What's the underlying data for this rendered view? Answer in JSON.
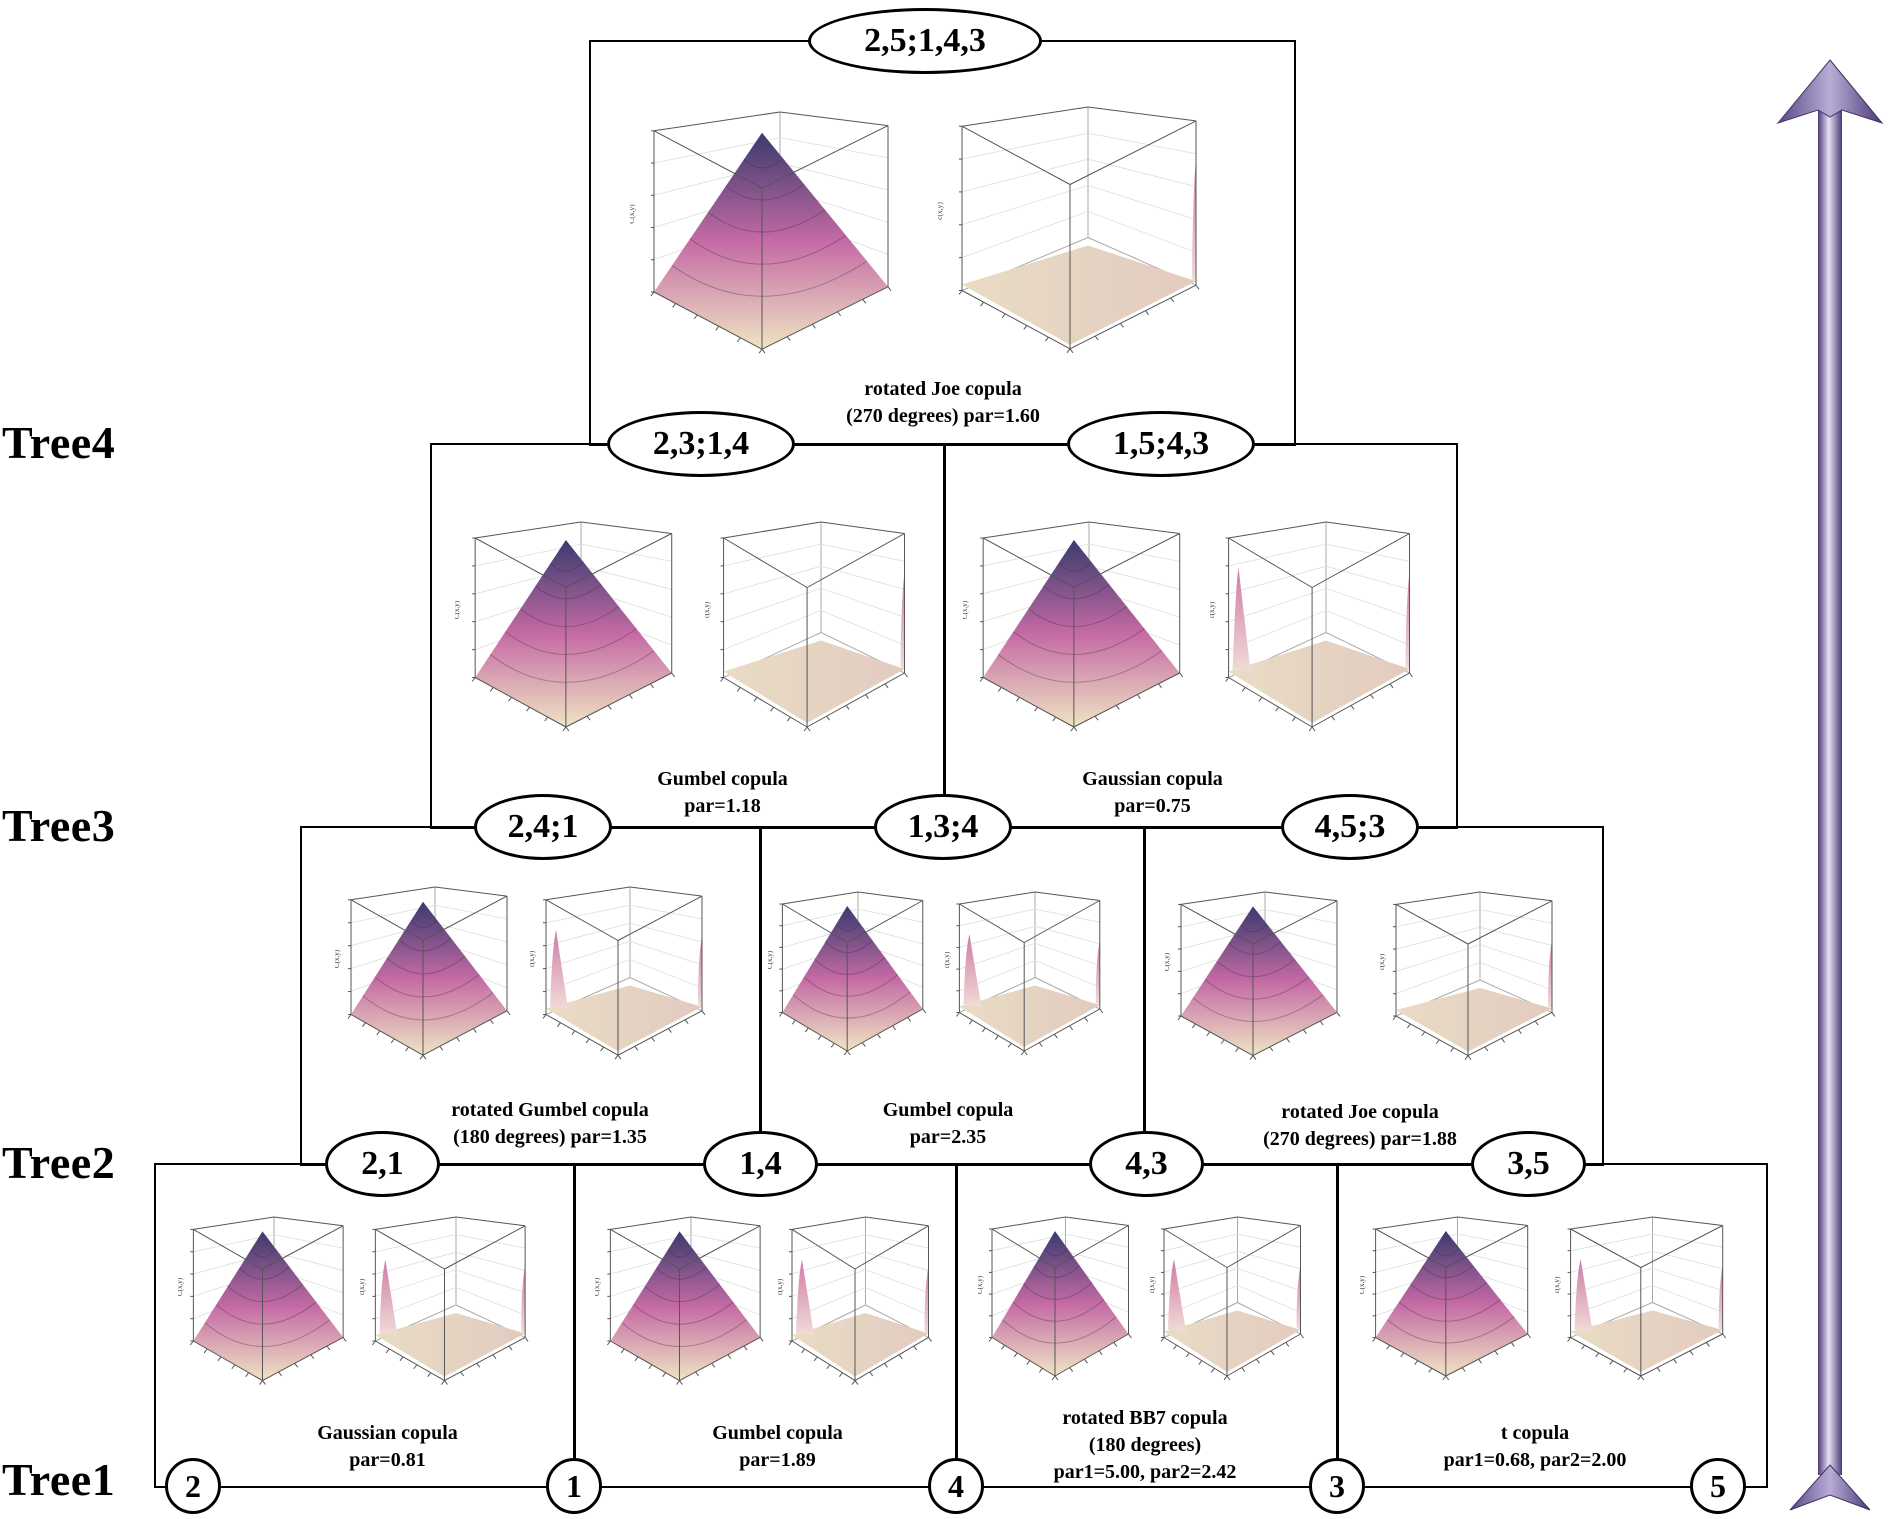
{
  "colors": {
    "accent_top": "#3a3a6e",
    "accent_mid": "#c46aa4",
    "accent_low": "#efe4c3",
    "arrow": "#7e6ca8",
    "line": "#000000"
  },
  "tree_labels": [
    "Tree4",
    "Tree3",
    "Tree2",
    "Tree1"
  ],
  "tree1": {
    "nodes": [
      "2",
      "1",
      "4",
      "3",
      "5"
    ],
    "edges": [
      {
        "label": "2,1",
        "caption": [
          "Gaussian copula",
          "par=0.81"
        ],
        "type": "gauss"
      },
      {
        "label": "1,4",
        "caption": [
          "Gumbel copula",
          "par=1.89"
        ],
        "type": "gumbel"
      },
      {
        "label": "4,3",
        "caption": [
          "rotated BB7 copula",
          "(180 degrees)",
          "par1=5.00, par2=2.42"
        ],
        "type": "gauss"
      },
      {
        "label": "3,5",
        "caption": [
          "t copula",
          "par1=0.68, par2=2.00"
        ],
        "type": "gauss"
      }
    ]
  },
  "tree2": {
    "edges": [
      {
        "label": "2,4;1",
        "caption": [
          "rotated Gumbel copula",
          "(180 degrees) par=1.35"
        ],
        "type": "gauss"
      },
      {
        "label": "1,3;4",
        "caption": [
          "Gumbel copula",
          "par=2.35"
        ],
        "type": "gauss"
      },
      {
        "label": "4,5;3",
        "caption": [
          "rotated Joe copula",
          "(270 degrees) par=1.88"
        ],
        "type": "rjoe"
      }
    ]
  },
  "tree3": {
    "edges": [
      {
        "label": "2,3;1,4",
        "caption": [
          "Gumbel copula",
          "par=1.18"
        ],
        "type": "rjoe"
      },
      {
        "label": "1,5;4,3",
        "caption": [
          "Gaussian copula",
          "par=0.75"
        ],
        "type": "gauss"
      }
    ]
  },
  "tree4": {
    "edges": [
      {
        "label": "2,5;1,4,3",
        "caption": [
          "rotated Joe copula",
          "(270 degrees) par=1.60"
        ],
        "type": "rjoe"
      }
    ]
  },
  "axis_text": {
    "cdf_label": "C(x,y)",
    "pdf_label": "c(x,y)"
  }
}
